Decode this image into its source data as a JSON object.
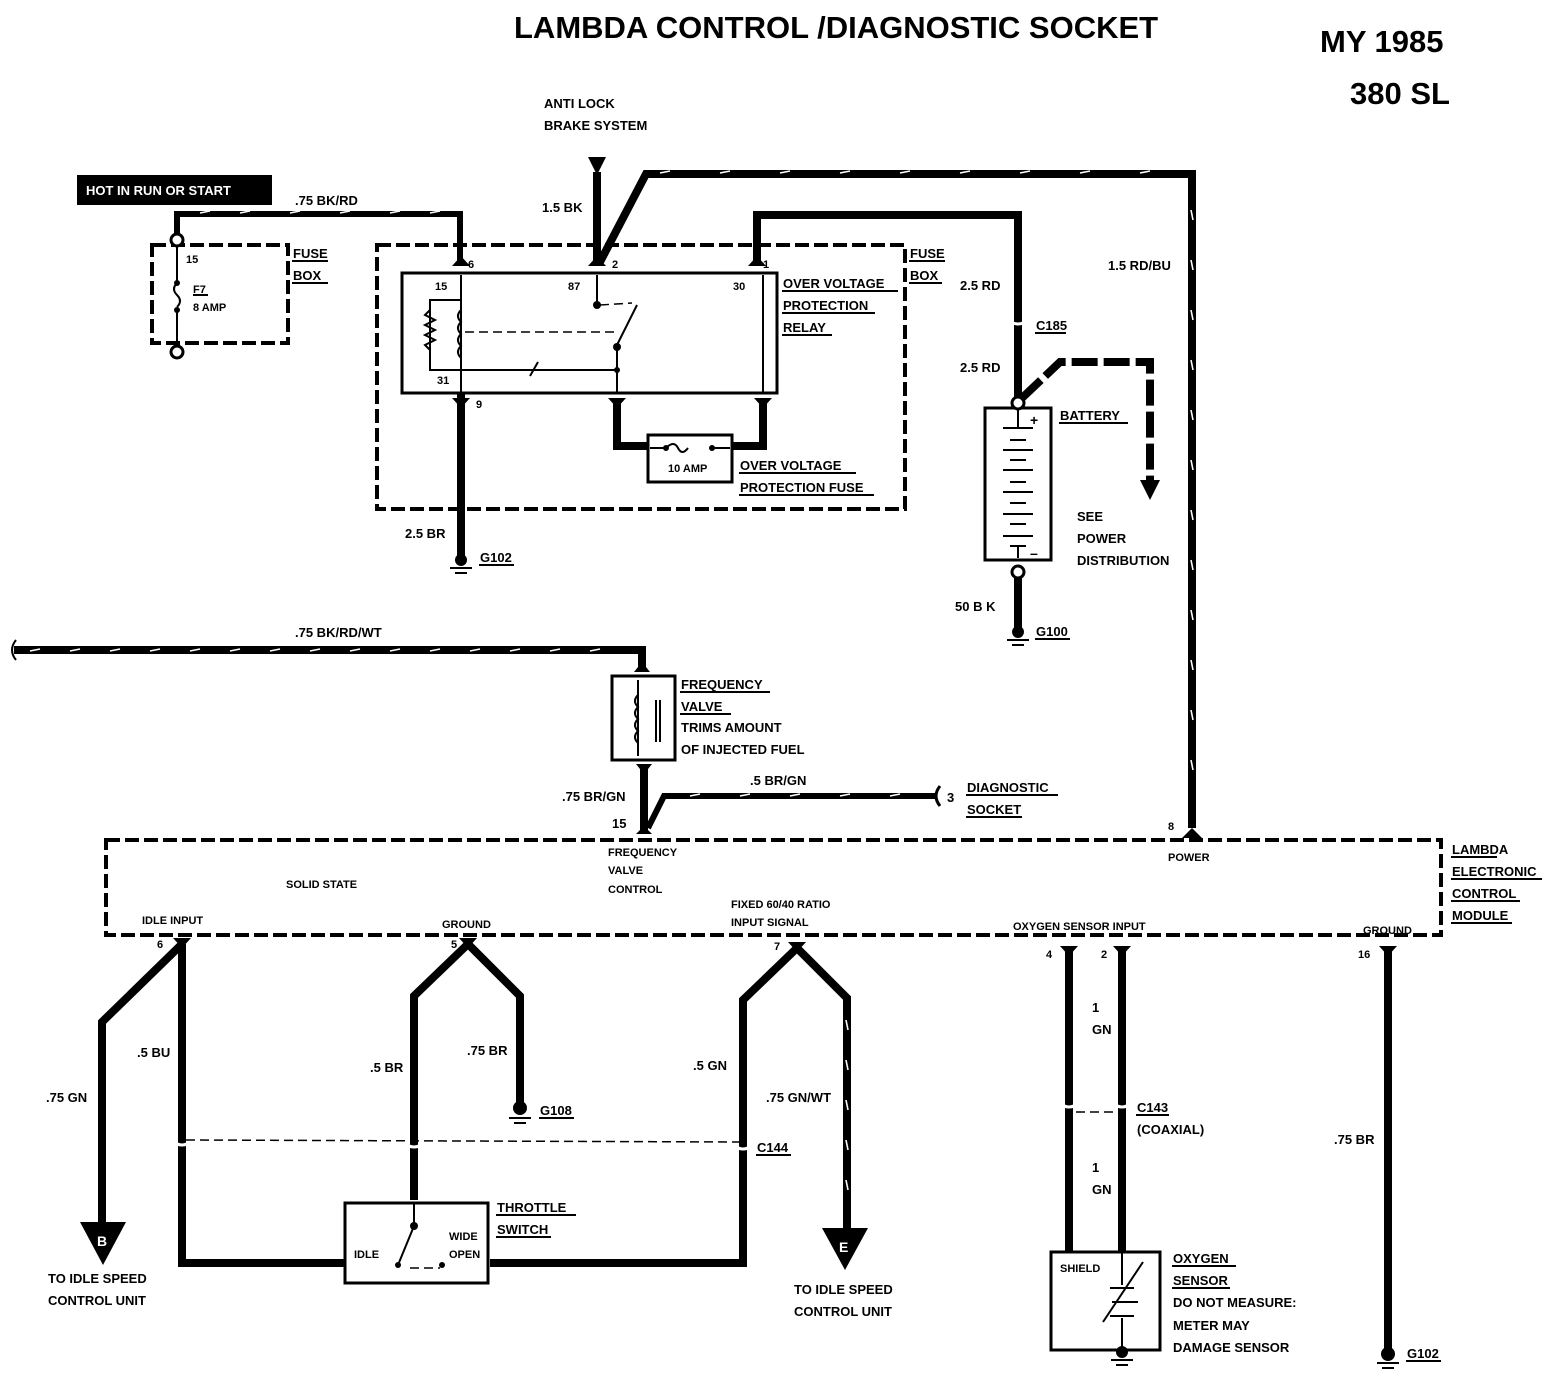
{
  "header": {
    "title": "LAMBDA CONTROL /DIAGNOSTIC SOCKET",
    "model_year": "MY 1985",
    "model": "380 SL"
  },
  "hot_label": "HOT IN RUN OR START",
  "fuse_box_left": {
    "label_line1": "FUSE",
    "label_line2": "BOX",
    "terminal": "15",
    "fuse_id": "F7",
    "fuse_rating": "8 AMP"
  },
  "wires": {
    "hot_feed": ".75 BK/RD",
    "abs_feed": "1.5 BK",
    "relay_ground": "2.5 BR",
    "battery_feed_upper": "2.5 RD",
    "battery_feed_lower": "2.5 RD",
    "power_feed": "1.5 RD/BU",
    "battery_ground": "50 B K",
    "freq_valve_feed": ".75 BK/RD/WT",
    "freq_valve_out": ".75 BR/GN",
    "diag_wire": ".5 BR/GN",
    "idle_isc": ".75 GN",
    "idle_input": ".5 BU",
    "ground_switch": ".5 BR",
    "ground_g108": ".75 BR",
    "ratio_switch": ".5 GN",
    "ratio_isc": ".75 GN/WT",
    "o2_upper_size": "1",
    "o2_upper_color": "GN",
    "o2_lower_size": "1",
    "o2_lower_color": "GN",
    "module_ground": ".75 BR"
  },
  "abs": {
    "line1": "ANTI LOCK",
    "line2": "BRAKE SYSTEM"
  },
  "relay": {
    "label_line1": "OVER VOLTAGE",
    "label_line2": "PROTECTION",
    "label_line3": "RELAY",
    "pin_top_left": "6",
    "pin_top_mid": "2",
    "pin_top_right": "1",
    "pin_bottom_left": "9",
    "term_15": "15",
    "term_87": "87",
    "term_30": "30",
    "term_31": "31"
  },
  "fuse_box_right": {
    "label_line1": "FUSE",
    "label_line2": "BOX"
  },
  "ov_fuse": {
    "rating": "10 AMP",
    "label_line1": "OVER VOLTAGE",
    "label_line2": "PROTECTION FUSE"
  },
  "grounds": {
    "relay": "G102",
    "battery": "G100",
    "ground_pin5": "G108",
    "module": "G102"
  },
  "connectors": {
    "c185": "C185",
    "c144": "C144",
    "c143": "C143",
    "c143_note": "(COAXIAL)"
  },
  "battery": {
    "label": "BATTERY",
    "plus": "+",
    "minus": "–",
    "see_line1": "SEE",
    "see_line2": "POWER",
    "see_line3": "DISTRIBUTION"
  },
  "frequency_valve": {
    "label_line1": "FREQUENCY",
    "label_line2": "VALVE",
    "desc_line1": "TRIMS AMOUNT",
    "desc_line2": "OF INJECTED FUEL"
  },
  "diagnostic_socket": {
    "pin": "3",
    "label_line1": "DIAGNOSTIC",
    "label_line2": "SOCKET"
  },
  "module": {
    "label_line1": "LAMBDA",
    "label_line2": "ELECTRONIC",
    "label_line3": "CONTROL",
    "label_line4": "MODULE",
    "solid_state": "SOLID STATE",
    "pins": {
      "freq_valve_pin": "15",
      "freq_valve_line1": "FREQUENCY",
      "freq_valve_line2": "VALVE",
      "freq_valve_line3": "CONTROL",
      "power_pin": "8",
      "power_label": "POWER",
      "idle_pin": "6",
      "idle_label": "IDLE INPUT",
      "ground_pin": "5",
      "ground_label": "GROUND",
      "ratio_pin": "7",
      "ratio_line1": "FIXED 60/40 RATIO",
      "ratio_line2": "INPUT SIGNAL",
      "o2_pin_a": "4",
      "o2_pin_b": "2",
      "o2_label": "OXYGEN SENSOR INPUT",
      "ground2_pin": "16",
      "ground2_label": "GROUND"
    }
  },
  "throttle_switch": {
    "label_line1": "THROTTLE",
    "label_line2": "SWITCH",
    "idle": "IDLE",
    "wide": "WIDE",
    "open": "OPEN"
  },
  "isc_b": {
    "letter": "B",
    "line1": "TO IDLE SPEED",
    "line2": "CONTROL UNIT"
  },
  "isc_e": {
    "letter": "E",
    "line1": "TO IDLE SPEED",
    "line2": "CONTROL UNIT"
  },
  "oxygen_sensor": {
    "shield": "SHIELD",
    "label_line1": "OXYGEN",
    "label_line2": "SENSOR",
    "note_line1": "DO NOT MEASURE:",
    "note_line2": "METER MAY",
    "note_line3": "DAMAGE SENSOR"
  }
}
